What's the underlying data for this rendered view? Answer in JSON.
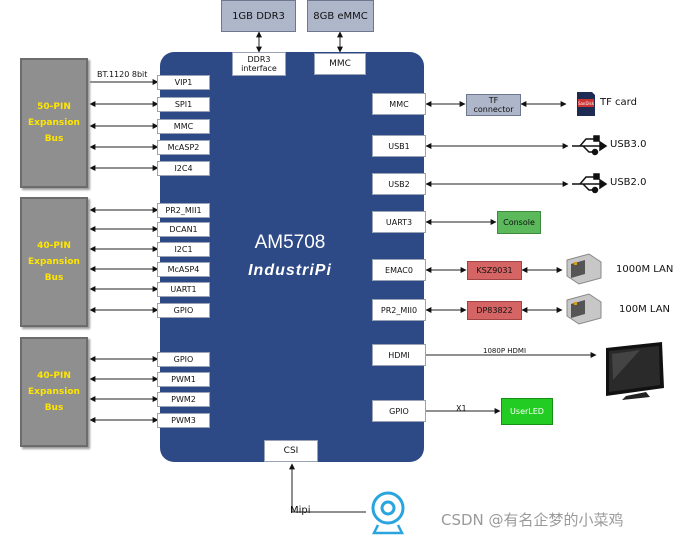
{
  "soc": {
    "name": "AM5708",
    "brand": "IndustriPi"
  },
  "memory": {
    "ddr": "1GB DDR3",
    "emmc": "8GB eMMC"
  },
  "soc_ports": {
    "ddr3_interface": "DDR3\ninterface",
    "mmc_top": "MMC",
    "csi": "CSI"
  },
  "buses": [
    {
      "line1": "50-PIN",
      "line2": "Expansion",
      "line3": "Bus"
    },
    {
      "line1": "40-PIN",
      "line2": "Expansion",
      "line3": "Bus"
    },
    {
      "line1": "40-PIN",
      "line2": "Expansion",
      "line3": "Bus"
    }
  ],
  "left_pins": [
    "VIP1",
    "SPI1",
    "MMC",
    "McASP2",
    "I2C4",
    "PR2_MII1",
    "DCAN1",
    "I2C1",
    "McASP4",
    "UART1",
    "GPIO",
    "GPIO",
    "PWM1",
    "PWM2",
    "PWM3"
  ],
  "right_pins": [
    "MMC",
    "USB1",
    "USB2",
    "UART3",
    "EMAC0",
    "PR2_MII0",
    "HDMI",
    "GPIO"
  ],
  "labels": {
    "bt1120": "BT.1120 8bit",
    "tf_connector": "TF\nconnector",
    "tf_card": "TF card",
    "usb3": "USB3.0",
    "usb2": "USB2.0",
    "console": "Console",
    "ksz": "KSZ9031",
    "lan1000": "1000M LAN",
    "dp": "DP83822",
    "lan100": "100M LAN",
    "hdmi_res": "1080P HDMI",
    "x1": "X1",
    "userled": "UserLED",
    "mipi": "Mipi",
    "sd_icon_text": "SanDisk"
  },
  "colors": {
    "chip": "#2d4a86",
    "bus_text": "#ffe600",
    "console": "#5bb85b",
    "phy": "#d56565",
    "userled": "#22cc22",
    "camera": "#29a4de"
  },
  "icons": [
    "sd-card-icon",
    "usb-icon",
    "ethernet-jack-icon",
    "tv-monitor-icon",
    "camera-icon"
  ],
  "watermark": "CSDN @有名企梦的小菜鸡"
}
